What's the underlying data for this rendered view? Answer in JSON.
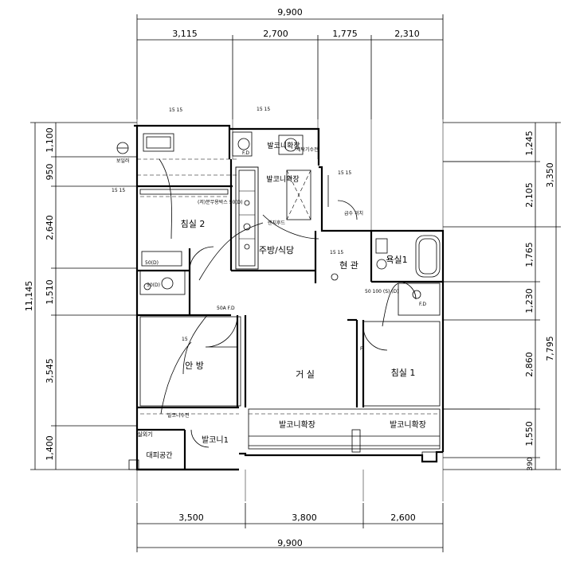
{
  "dimensions": {
    "top_total": "9,900",
    "top_segments": [
      "3,115",
      "2,700",
      "1,775",
      "2,310"
    ],
    "bottom_segments": [
      "3,500",
      "3,800",
      "2,600"
    ],
    "bottom_total": "9,900",
    "left_total": "11,145",
    "left_segments": [
      "1,100",
      "950",
      "2,640",
      "1,510",
      "3,545",
      "1,400"
    ],
    "right_segments": [
      "1,245",
      "2,105",
      "1,765",
      "1,230",
      "2,860",
      "1,550",
      "390"
    ],
    "right_totals": [
      "3,350",
      "7,795"
    ]
  },
  "rooms": {
    "bedroom2": "침실 2",
    "kitchen": "주방/식당",
    "entrance": "현 관",
    "bath1": "욕실1",
    "bedroom_main": "안 방",
    "living": "거 실",
    "bedroom1": "침실 1",
    "balcony_ext_top": "발코니확장",
    "balcony_ext_upper": "발코니확장",
    "balcony_ext_mid": "발코니확장",
    "balcony_ext_right": "발코니확장",
    "balcony1": "발코니1",
    "evac": "대피공간",
    "outdoor_unit": "실외기"
  },
  "annotations": {
    "mark_1515_a": "15 15",
    "mark_1515_b": "15 15",
    "mark_1515_c": "15 15",
    "mark_1515_d": "15 15",
    "mark_1515_e": "15 15",
    "mark_15": "15",
    "washer": "세탁기수전",
    "faucet": "급수 위치",
    "drain_50a": "50A F.D",
    "top_rn": "50(D)",
    "fd_bath": "F.D",
    "fd_laundry": "F.D",
    "sd": "50 100\n(S) (D)",
    "mark_f": "F",
    "pipe_note": "(저)분무용박스 50(D)",
    "balcony_water": "발코니수전",
    "hood": "렌지후드",
    "label_d50": "50(D)",
    "boiler": "보일러"
  },
  "colors": {
    "line": "#000000",
    "background": "#ffffff"
  }
}
